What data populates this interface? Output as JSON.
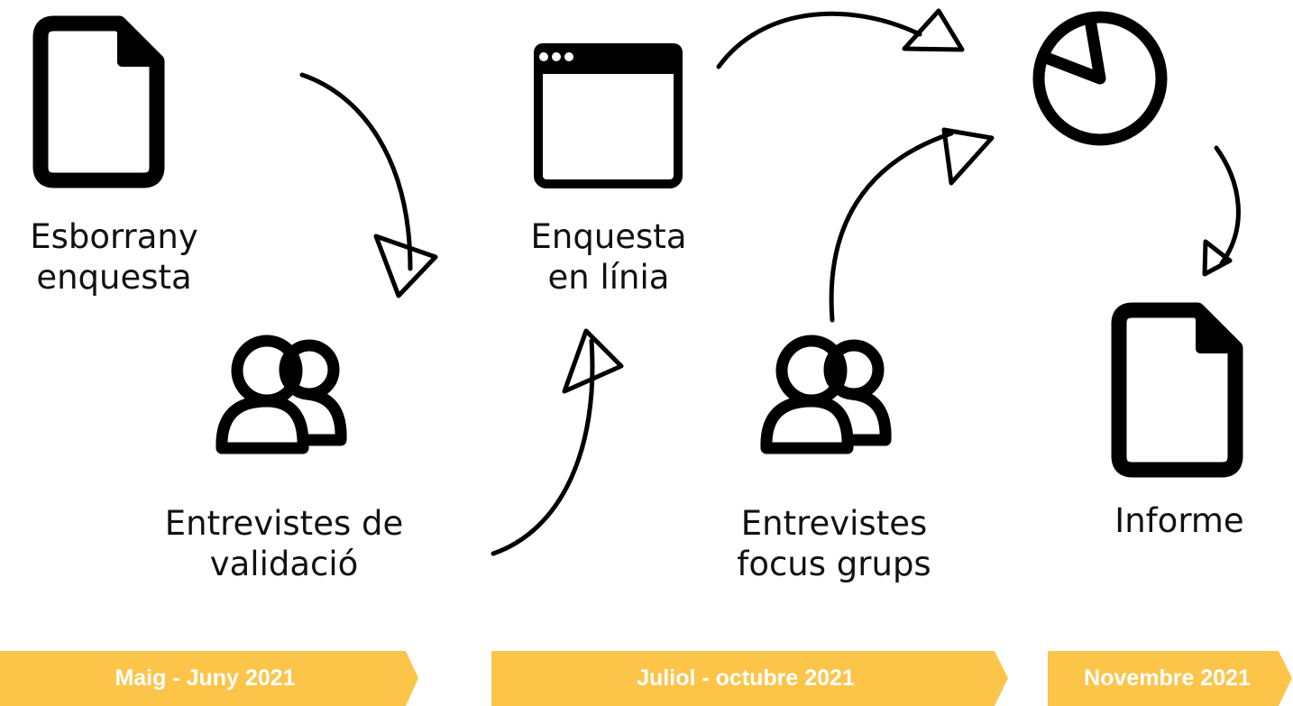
{
  "colors": {
    "ink": "#000000",
    "phase_fill": "#fcc54a",
    "phase_text": "#ffffff"
  },
  "steps": [
    {
      "icon": "document-icon",
      "lines": [
        "Esborrany",
        "enquesta"
      ]
    },
    {
      "icon": "users-icon",
      "lines": [
        "Entrevistes de",
        "validació"
      ]
    },
    {
      "icon": "browser-window-icon",
      "lines": [
        "Enquesta",
        "en línia"
      ]
    },
    {
      "icon": "users-icon",
      "lines": [
        "Entrevistes",
        "focus grups"
      ]
    },
    {
      "icon": "pie-chart-icon",
      "lines": []
    },
    {
      "icon": "document-icon",
      "lines": [
        "Informe"
      ]
    }
  ],
  "phases": [
    {
      "label": "Maig - Juny 2021"
    },
    {
      "label": "Juliol - octubre 2021"
    },
    {
      "label": "Novembre 2021"
    }
  ]
}
